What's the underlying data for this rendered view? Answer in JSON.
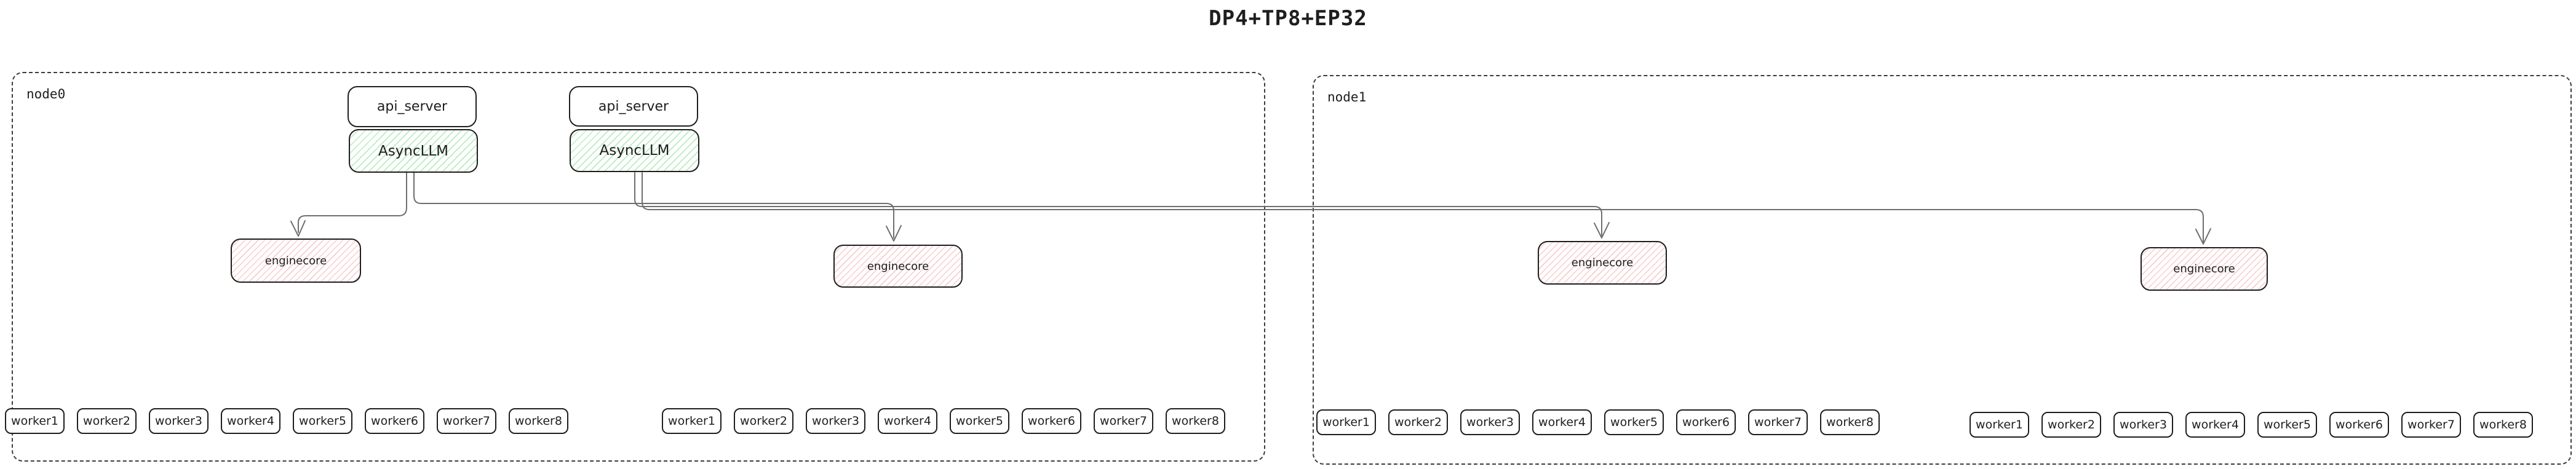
{
  "title": "DP4+TP8+EP32",
  "nodes": [
    {
      "label": "node0"
    },
    {
      "label": "node1"
    }
  ],
  "llm_stacks": [
    {
      "api_server": "api_server",
      "asyncllm": "AsyncLLM"
    },
    {
      "api_server": "api_server",
      "asyncllm": "AsyncLLM"
    }
  ],
  "enginecores": [
    {
      "label": "enginecore"
    },
    {
      "label": "enginecore"
    },
    {
      "label": "enginecore"
    },
    {
      "label": "enginecore"
    }
  ],
  "worker_groups": [
    {
      "workers": [
        "worker1",
        "worker2",
        "worker3",
        "worker4",
        "worker5",
        "worker6",
        "worker7",
        "worker8"
      ]
    },
    {
      "workers": [
        "worker1",
        "worker2",
        "worker3",
        "worker4",
        "worker5",
        "worker6",
        "worker7",
        "worker8"
      ]
    },
    {
      "workers": [
        "worker1",
        "worker2",
        "worker3",
        "worker4",
        "worker5",
        "worker6",
        "worker7",
        "worker8"
      ]
    },
    {
      "workers": [
        "worker1",
        "worker2",
        "worker3",
        "worker4",
        "worker5",
        "worker6",
        "worker7",
        "worker8"
      ]
    }
  ],
  "colors": {
    "box_border": "#1e1e1e",
    "node_border": "#3c3c3c",
    "connector": "#6e6e6e",
    "asyncllm_hatch": "#40c057",
    "enginecore_hatch": "#e03131"
  }
}
